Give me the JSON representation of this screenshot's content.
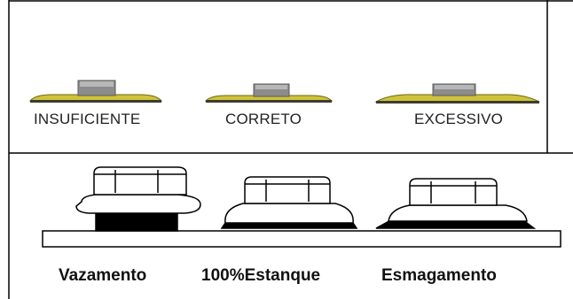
{
  "top_panel": {
    "labels": [
      "INSUFICIENTE",
      "CORRETO",
      "EXCESSIVO"
    ]
  },
  "bottom_panel": {
    "labels": [
      "Vazamento",
      "100%Estanque",
      "Esmagamento"
    ]
  },
  "colors": {
    "washer": "#cfc23a",
    "washer_dark": "#6b6a12",
    "nut": "#8c8c8c",
    "nut_light": "#b7b7b7",
    "line": "#000000"
  }
}
